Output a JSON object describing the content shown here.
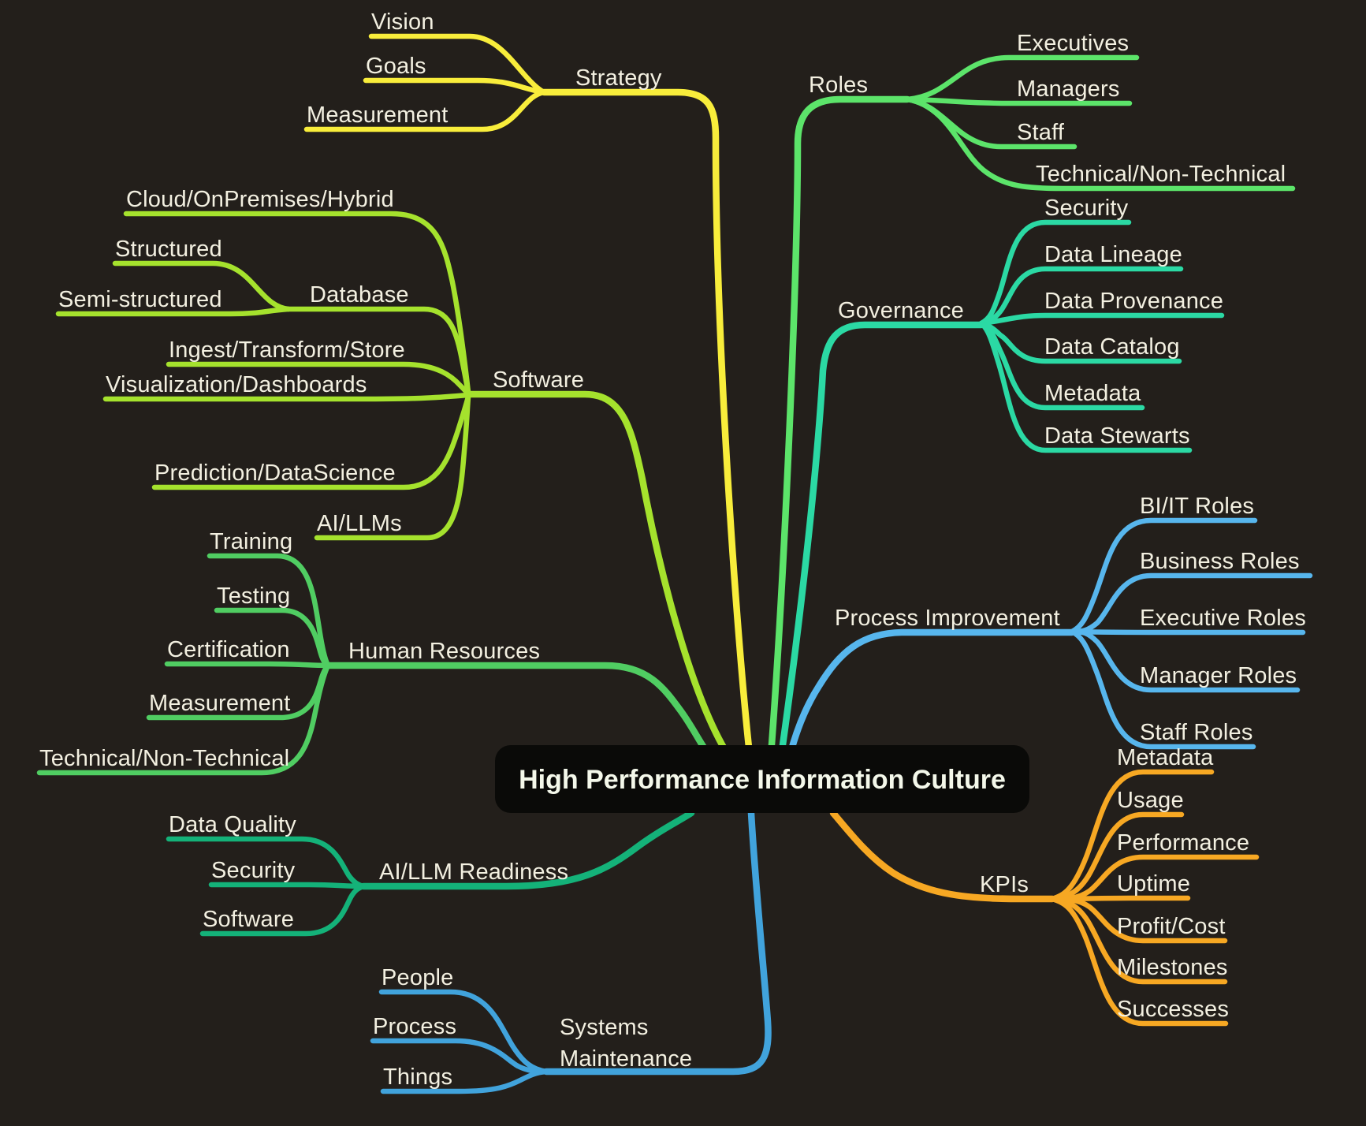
{
  "canvas": {
    "background": "#231f1b",
    "label_color": "#f3f0e1"
  },
  "center": {
    "label": "High Performance Information Culture",
    "bg": "#0a0a08",
    "text_color": "#f4f8ea"
  },
  "branches": {
    "strategy": {
      "label": "Strategy",
      "color": "#f8ed3b",
      "children": [
        "Vision",
        "Goals",
        "Measurement"
      ]
    },
    "roles": {
      "label": "Roles",
      "color": "#5ce46a",
      "children": [
        "Executives",
        "Managers",
        "Staff",
        "Technical/Non-Technical"
      ]
    },
    "software": {
      "label": "Software",
      "color": "#a5e22d",
      "children": [
        "Cloud/OnPremises/Hybrid",
        "Database",
        "Ingest/Transform/Store",
        "Visualization/Dashboards",
        "Prediction/DataScience",
        "AI/LLMs"
      ],
      "grandchildren": {
        "database": [
          "Structured",
          "Semi-structured"
        ]
      }
    },
    "governance": {
      "label": "Governance",
      "color": "#2bd9a4",
      "children": [
        "Security",
        "Data Lineage",
        "Data Provenance",
        "Data Catalog",
        "Metadata",
        "Data Stewarts"
      ]
    },
    "human_resources": {
      "label": "Human Resources",
      "color": "#50cd62",
      "children": [
        "Training",
        "Testing",
        "Certification",
        "Measurement",
        "Technical/Non-Technical"
      ]
    },
    "process_improvement": {
      "label": "Process Improvement",
      "color": "#57b6ed",
      "children": [
        "BI/IT Roles",
        "Business Roles",
        "Executive Roles",
        "Manager Roles",
        "Staff Roles"
      ]
    },
    "ai_llm_readiness": {
      "label": "AI/LLM Readiness",
      "color": "#14b279",
      "children": [
        "Data Quality",
        "Security",
        "Software"
      ]
    },
    "kpis": {
      "label": "KPIs",
      "color": "#f7a823",
      "children": [
        "Metadata",
        "Usage",
        "Performance",
        "Uptime",
        "Profit/Cost",
        "Milestones",
        "Successes"
      ]
    },
    "systems_maintenance": {
      "label": "Systems Maintenance",
      "label_lines": [
        "Systems",
        "Maintenance"
      ],
      "color": "#41a3dc",
      "children": [
        "People",
        "Process",
        "Things"
      ]
    }
  }
}
